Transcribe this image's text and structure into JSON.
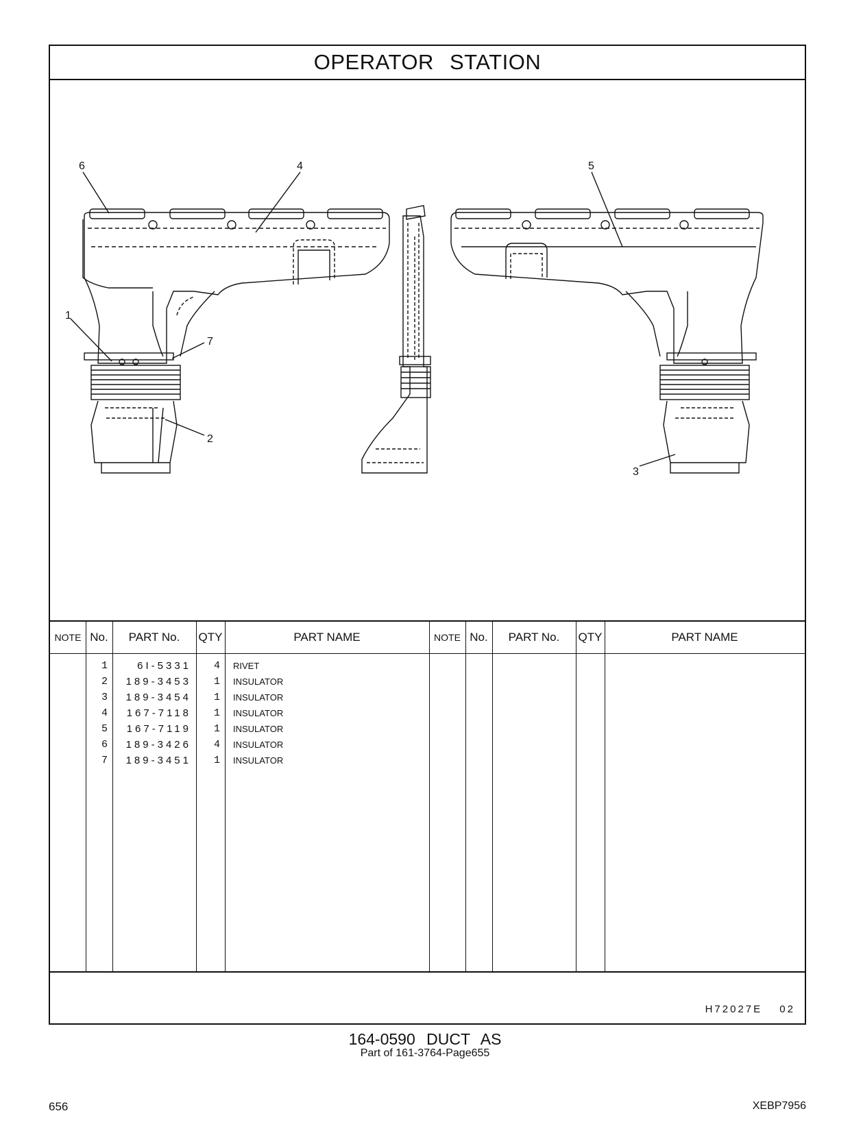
{
  "page_title": "OPERATOR STATION",
  "callouts": [
    "1",
    "2",
    "3",
    "4",
    "5",
    "6",
    "7"
  ],
  "table": {
    "headers": {
      "note": "NOTE",
      "no": "No.",
      "part_no": "PART No.",
      "qty": "QTY",
      "part_name": "PART NAME"
    },
    "rows": [
      {
        "no": "1",
        "part_no": "6I-5331",
        "qty": "4",
        "part_name": "RIVET"
      },
      {
        "no": "2",
        "part_no": "189-3453",
        "qty": "1",
        "part_name": "INSULATOR"
      },
      {
        "no": "3",
        "part_no": "189-3454",
        "qty": "1",
        "part_name": "INSULATOR"
      },
      {
        "no": "4",
        "part_no": "167-7118",
        "qty": "1",
        "part_name": "INSULATOR"
      },
      {
        "no": "5",
        "part_no": "167-7119",
        "qty": "1",
        "part_name": "INSULATOR"
      },
      {
        "no": "6",
        "part_no": "189-3426",
        "qty": "4",
        "part_name": "INSULATOR"
      },
      {
        "no": "7",
        "part_no": "189-3451",
        "qty": "1",
        "part_name": "INSULATOR"
      }
    ]
  },
  "illustration_code": "H72027E 02",
  "footer": {
    "title": "164-0590 DUCT AS",
    "subtitle": "Part of 161-3764-Page655"
  },
  "page_number": "656",
  "document_code": "XEBP7956"
}
